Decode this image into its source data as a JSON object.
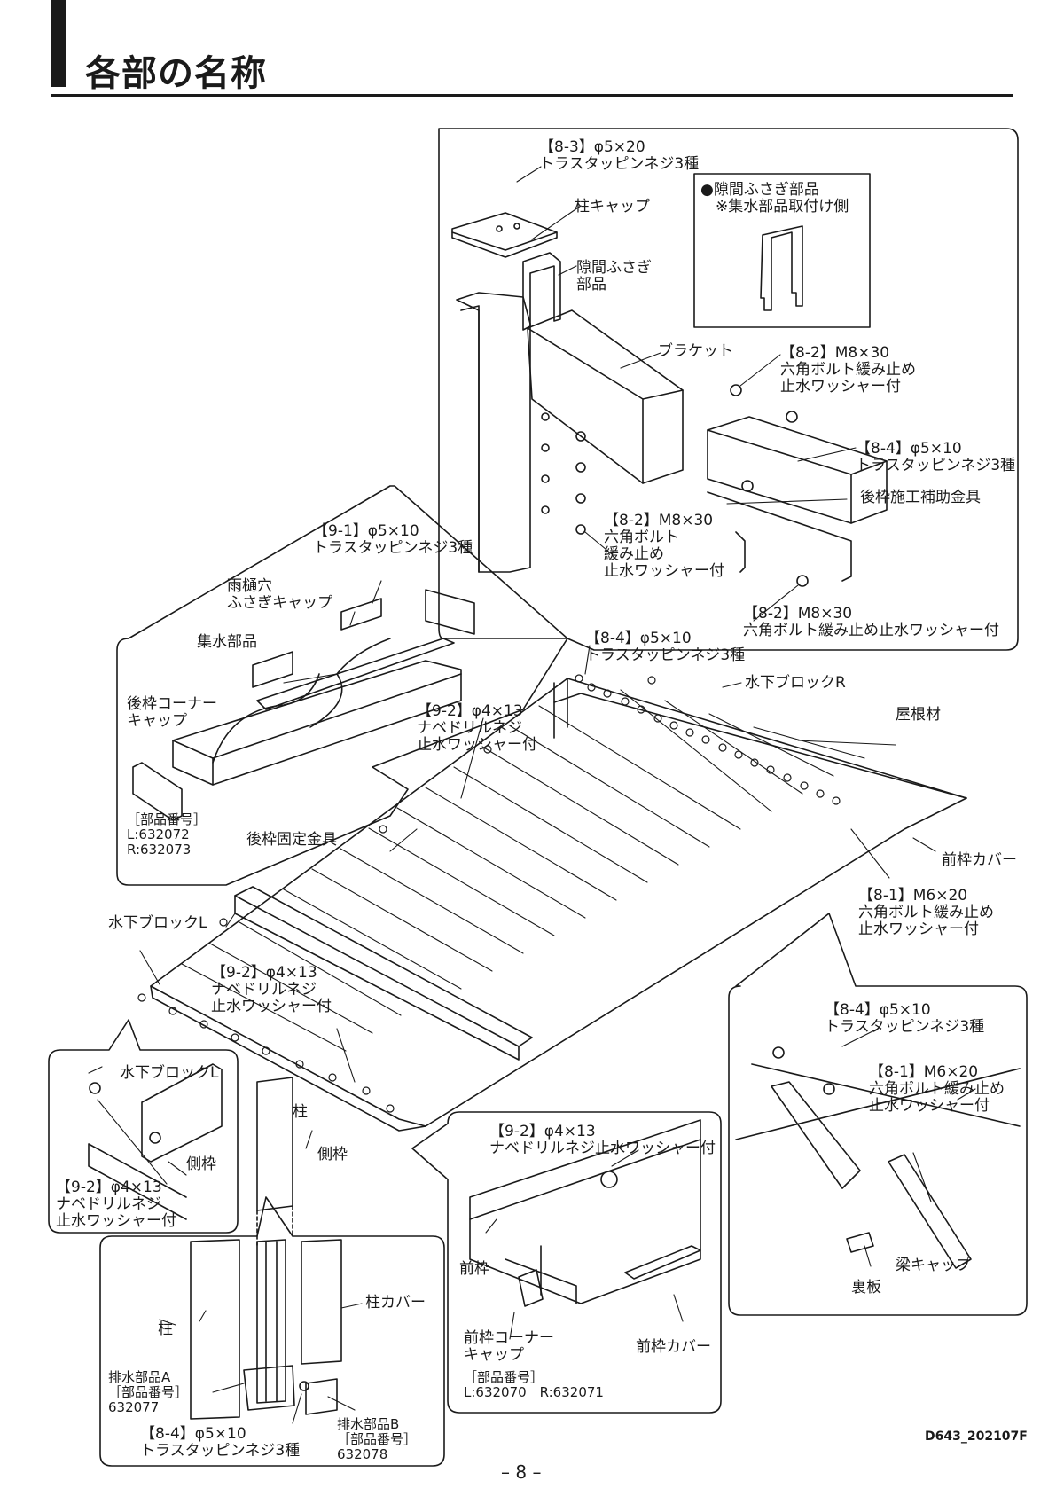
{
  "header": {
    "title": "各部の名称"
  },
  "footer": {
    "page": "– 8 –",
    "doc_code": "D643_202107F"
  },
  "labels": {
    "screw_8_3": "【8-3】φ5×20\nトラスタッピンネジ3種",
    "post_cap": "柱キャップ",
    "gap_part_title": "●隙間ふさぎ部品\n　※集水部品取付け側",
    "gap_part": "隙間ふさぎ\n部品",
    "bracket": "ブラケット",
    "bolt_8_2_a": "【8-2】M8×30\n六角ボルト緩み止め\n止水ワッシャー付",
    "screw_8_4_a": "【8-4】φ5×10\nトラスタッピンネジ3種",
    "rear_aid": "後枠施工補助金具",
    "bolt_8_2_b": "【8-2】M8×30\n六角ボルト\n緩み止め\n止水ワッシャー付",
    "bolt_8_2_c": "【8-2】M8×30\n六角ボルト緩み止め止水ワッシャー付",
    "screw_9_1": "【9-1】φ5×10\nトラスタッピンネジ3種",
    "gutter_cap": "雨樋穴\nふさぎキャップ",
    "collector": "集水部品",
    "rear_corner_cap": "後枠コーナー\nキャップ",
    "part_no_rear": "［部品番号］\nL:632072\nR:632073",
    "rear_fix": "後枠固定金具",
    "screw_9_2_a": "【9-2】φ4×13\nナベドリルネジ\n止水ワッシャー付",
    "screw_8_4_b": "【8-4】φ5×10\nトラスタッピンネジ3種",
    "block_r": "水下ブロックR",
    "roof": "屋根材",
    "front_cover": "前枠カバー",
    "bolt_8_1_a": "【8-1】M6×20\n六角ボルト緩み止め\n止水ワッシャー付",
    "block_l": "水下ブロックL",
    "screw_9_2_b": "【9-2】φ4×13\nナベドリルネジ\n止水ワッシャー付",
    "post": "柱",
    "side_frame": "側枠",
    "inset_block_l": "水下ブロックL",
    "inset_side": "側枠",
    "screw_9_2_c": "【9-2】φ4×13\nナベドリルネジ\n止水ワッシャー付",
    "screw_9_2_d": "【9-2】φ4×13\nナベドリルネジ止水ワッシャー付",
    "front_frame": "前枠",
    "front_corner_cap": "前枠コーナー\nキャップ",
    "part_no_front": "［部品番号］\nL:632070　R:632071",
    "front_cover_2": "前枠カバー",
    "screw_8_4_c": "【8-4】φ5×10\nトラスタッピンネジ3種",
    "bolt_8_1_b": "【8-1】M6×20\n六角ボルト緩み止め\n止水ワッシャー付",
    "beam_cap": "梁キャップ",
    "back_plate": "裏板",
    "post_2": "柱",
    "post_cover": "柱カバー",
    "drain_a": "排水部品A\n［部品番号］\n632077",
    "drain_b": "排水部品B\n［部品番号］\n632078",
    "screw_8_4_d": "【8-4】φ5×10\nトラスタッピンネジ3種"
  }
}
